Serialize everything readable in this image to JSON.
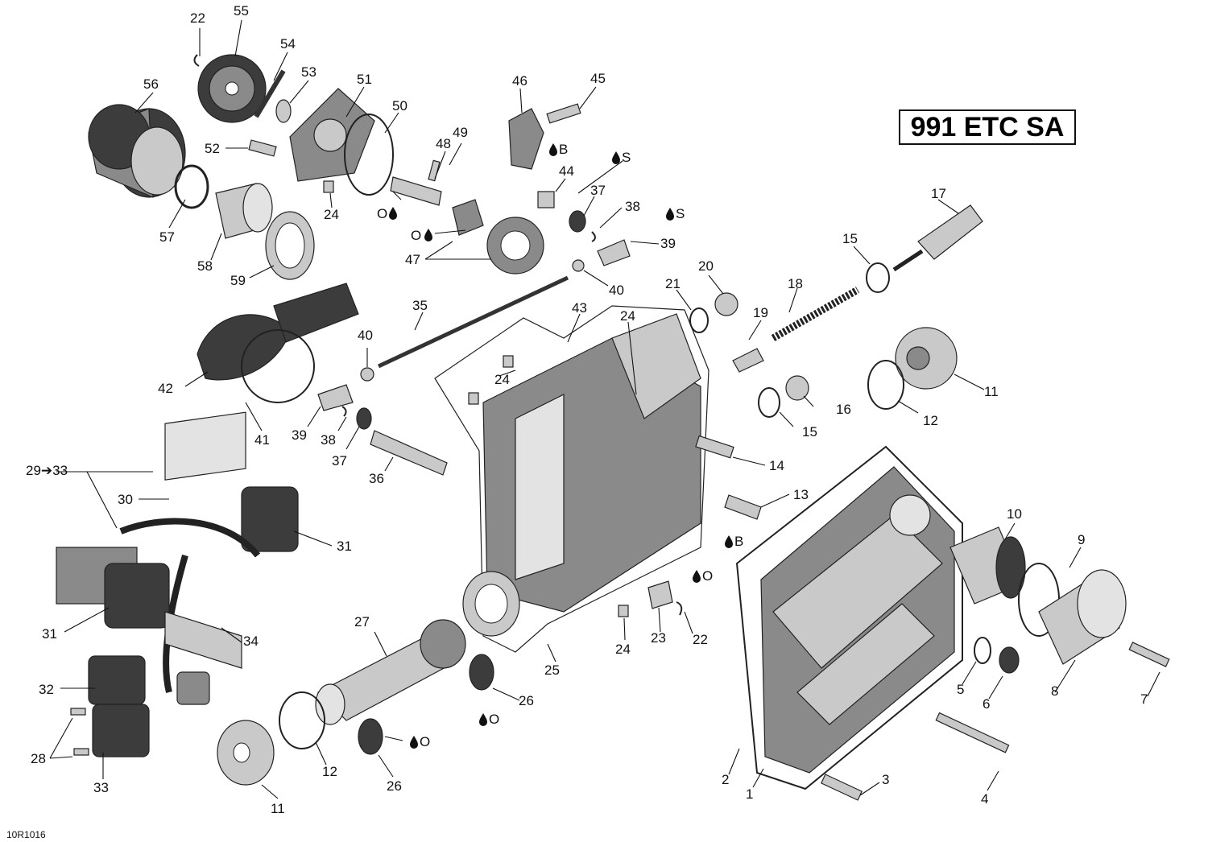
{
  "model_code": "991 ETC SA",
  "reference_code": "10R1016",
  "lube_marks": {
    "b": "B",
    "s": "S",
    "o": "O"
  },
  "part_labels": {
    "p1": "1",
    "p2": "2",
    "p3": "3",
    "p4": "4",
    "p5": "5",
    "p6": "6",
    "p7": "7",
    "p8": "8",
    "p9": "9",
    "p10": "10",
    "p11a": "11",
    "p11b": "11",
    "p12a": "12",
    "p12b": "12",
    "p13": "13",
    "p14": "14",
    "p15a": "15",
    "p15b": "15",
    "p16": "16",
    "p17": "17",
    "p18": "18",
    "p19": "19",
    "p20": "20",
    "p21": "21",
    "p22a": "22",
    "p22b": "22",
    "p23": "23",
    "p24a": "24",
    "p24b": "24",
    "p24c": "24",
    "p24d": "24",
    "p25": "25",
    "p26a": "26",
    "p26b": "26",
    "p27": "27",
    "p28": "28",
    "p29_33": "29➔33",
    "p30": "30",
    "p31a": "31",
    "p31b": "31",
    "p32": "32",
    "p33": "33",
    "p34": "34",
    "p35": "35",
    "p36": "36",
    "p37a": "37",
    "p37b": "37",
    "p38a": "38",
    "p38b": "38",
    "p39a": "39",
    "p39b": "39",
    "p40a": "40",
    "p40b": "40",
    "p41": "41",
    "p42": "42",
    "p43": "43",
    "p44": "44",
    "p45": "45",
    "p46": "46",
    "p47": "47",
    "p48": "48",
    "p49": "49",
    "p50": "50",
    "p51": "51",
    "p52": "52",
    "p53": "53",
    "p54": "54",
    "p55": "55",
    "p56": "56",
    "p57": "57",
    "p58": "58",
    "p59": "59"
  },
  "colors": {
    "ink": "#111111",
    "casting": "#8a8a8a",
    "dark": "#3c3c3c",
    "light": "#c9c9c9"
  }
}
